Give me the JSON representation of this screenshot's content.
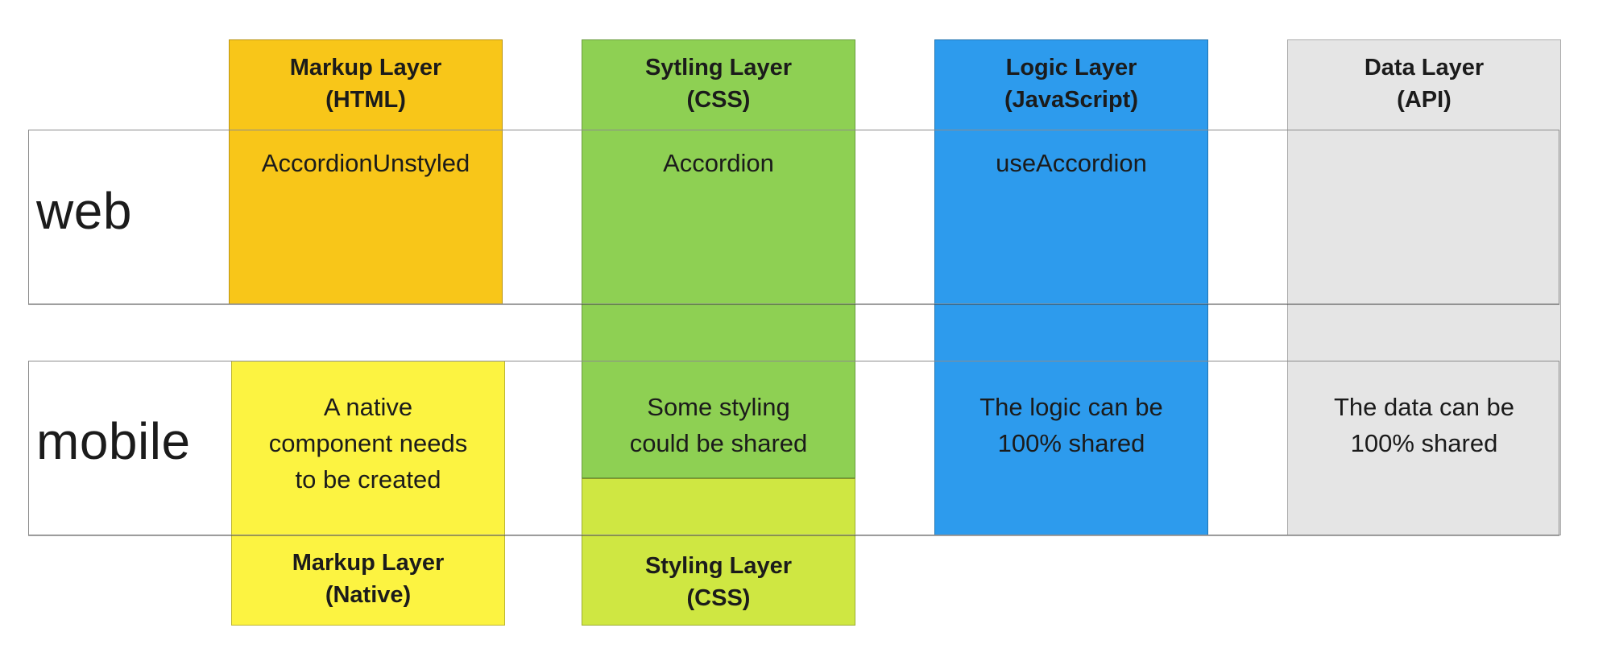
{
  "rows": {
    "web": "web",
    "mobile": "mobile"
  },
  "columns": {
    "markup_web": {
      "header": "Markup Layer\n(HTML)",
      "web_cell": "AccordionUnstyled",
      "color": "#f8c619"
    },
    "styling": {
      "header": "Sytling Layer\n(CSS)",
      "web_cell": "Accordion",
      "mobile_cell": "Some styling\ncould be shared",
      "color": "#8ed053"
    },
    "logic": {
      "header": "Logic Layer\n(JavaScript)",
      "web_cell": "useAccordion",
      "mobile_cell": "The logic can be\n100% shared",
      "color": "#2d9bed"
    },
    "data": {
      "header": "Data Layer\n(API)",
      "web_cell": "",
      "mobile_cell": "The data can be\n100% shared",
      "color": "#e5e5e5"
    },
    "markup_native": {
      "header": "Markup Layer\n(Native)",
      "mobile_cell": "A native\ncomponent needs\nto be created",
      "color": "#fcf341"
    },
    "styling_mobile": {
      "header": "Styling Layer\n(CSS)",
      "color": "#cfe742"
    }
  }
}
